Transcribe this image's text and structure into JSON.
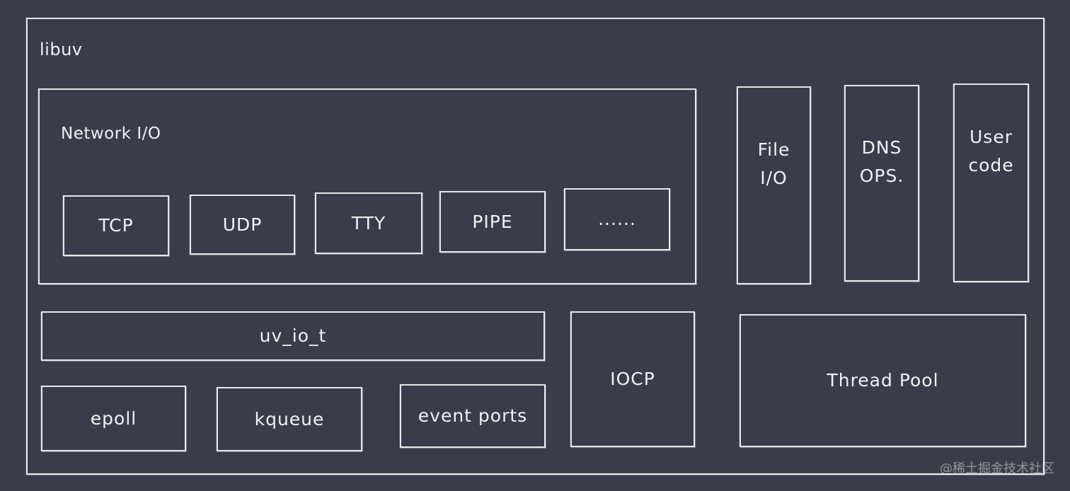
{
  "libuv": {
    "title": "libuv",
    "network_io": {
      "title": "Network I/O",
      "items": [
        "TCP",
        "UDP",
        "TTY",
        "PIPE",
        "......"
      ]
    },
    "file_io": "File\nI/O",
    "dns_ops": "DNS\nOPS.",
    "user_code": "User\ncode",
    "uv_io_t": "uv_io_t",
    "iocp": "IOCP",
    "thread_pool": "Thread Pool",
    "backends": [
      "epoll",
      "kqueue",
      "event ports"
    ]
  },
  "watermark": "@稀土掘金技术社区"
}
